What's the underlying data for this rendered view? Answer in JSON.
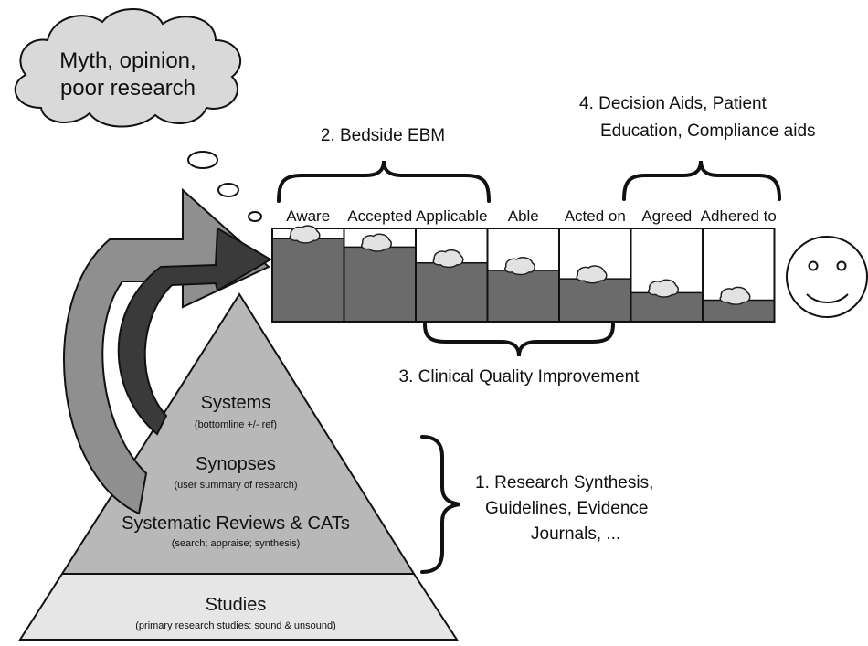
{
  "thought_cloud": {
    "lines": [
      "Myth, opinion,",
      "poor research"
    ]
  },
  "annotations": {
    "bedside": "2. Bedside EBM",
    "decision_aids": [
      "4. Decision Aids, Patient",
      "Education, Compliance aids"
    ],
    "quality": "3. Clinical Quality Improvement",
    "synthesis": [
      "1. Research Synthesis,",
      "Guidelines, Evidence",
      "Journals, ..."
    ]
  },
  "pipeline": {
    "steps": [
      {
        "label": "Aware",
        "level": 0.89
      },
      {
        "label": "Accepted",
        "level": 0.8
      },
      {
        "label": "Applicable",
        "level": 0.63
      },
      {
        "label": "Able",
        "level": 0.55
      },
      {
        "label": "Acted on",
        "level": 0.46
      },
      {
        "label": "Agreed",
        "level": 0.31
      },
      {
        "label": "Adhered to",
        "level": 0.23
      }
    ]
  },
  "pyramid": {
    "tiers": [
      {
        "title": "Systems",
        "subtitle": "(bottomline +/- ref)"
      },
      {
        "title": "Synopses",
        "subtitle": "(user summary of research)"
      },
      {
        "title": "Systematic Reviews & CATs",
        "subtitle": "(search; appraise; synthesis)"
      },
      {
        "title": "Studies",
        "subtitle": "(primary research studies: sound & unsound)"
      }
    ]
  },
  "colors": {
    "water": "#6b6b6b",
    "pyramid_top": "#b8b8b8",
    "pyramid_base": "#e6e6e6",
    "arrow_outer": "#8f8f8f",
    "arrow_inner": "#3a3a3a",
    "outline": "#111111"
  }
}
